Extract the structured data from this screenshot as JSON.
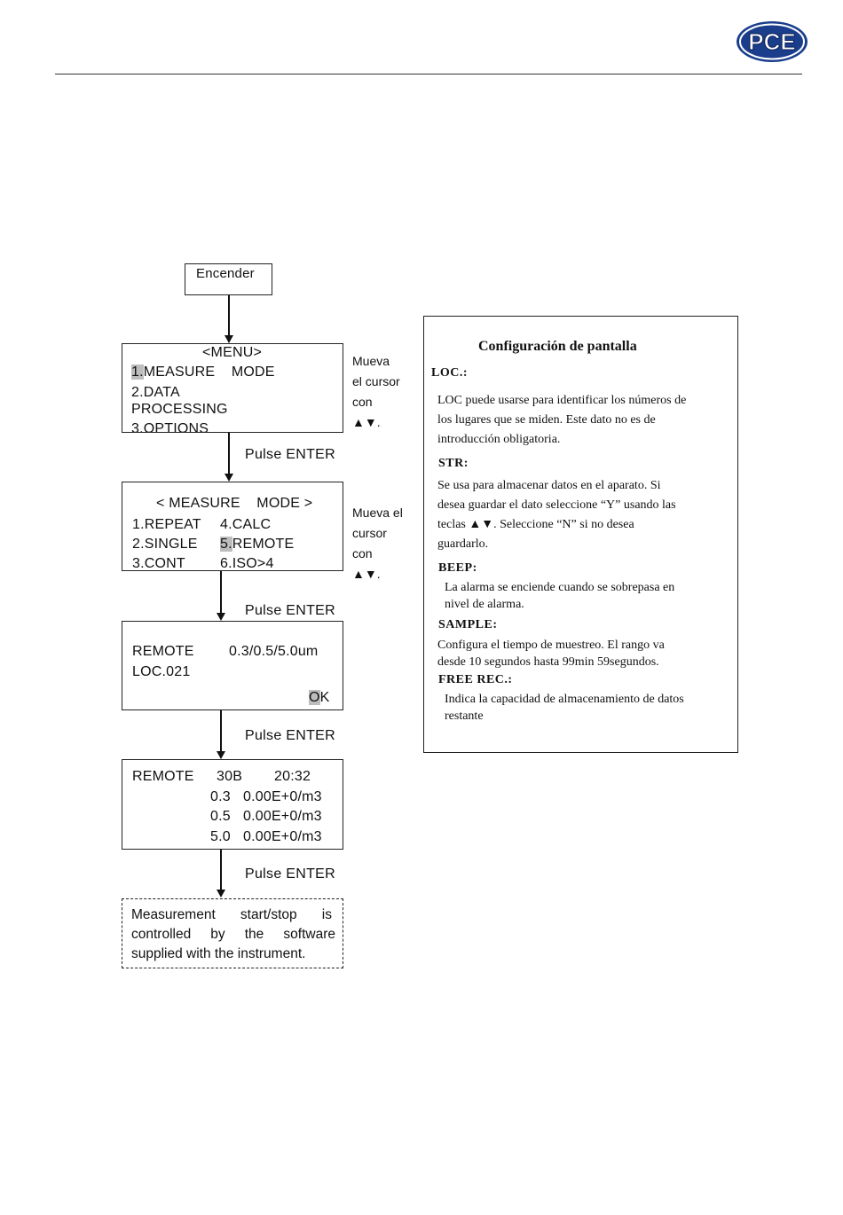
{
  "header": {
    "logo_text": "PCE"
  },
  "flow": {
    "start_label": "Encender",
    "menu": {
      "title": "<MENU>",
      "item1_num": "1.",
      "item1_text": "MEASURE    MODE",
      "item2a": "2.DATA",
      "item2b": "PROCESSING",
      "item3": "3.OPTIONS"
    },
    "hint1": [
      "Mueva",
      "el cursor",
      "con",
      "▲▼."
    ],
    "pulse_enter": "Pulse ENTER",
    "measure": {
      "title": "< MEASURE    MODE >",
      "r1c1": "1.REPEAT",
      "r1c2": "4.CALC",
      "r2c1": "2.SINGLE",
      "r2c2_num": "5.",
      "r2c2_text": "REMOTE",
      "r3c1": "3.CONT",
      "r3c2": "6.ISO>4"
    },
    "hint2": [
      "Mueva el",
      "cursor",
      "con",
      "▲▼."
    ],
    "remote": {
      "label": "REMOTE",
      "sizes": "0.3/0.5/5.0um",
      "loc": "LOC.021",
      "ok_o": "O",
      "ok_k": "K"
    },
    "reading": {
      "label": "REMOTE",
      "code": "30B",
      "time": "20:32",
      "rows": [
        {
          "size": "0.3",
          "value": "0.00E+0/m3"
        },
        {
          "size": "0.5",
          "value": "0.00E+0/m3"
        },
        {
          "size": "5.0",
          "value": "0.00E+0/m3"
        }
      ]
    },
    "note_line1": [
      "Measurement",
      "start/stop",
      "is"
    ],
    "note_line2": [
      "controlled",
      "by",
      "the",
      "software"
    ],
    "note_line3": "supplied with the instrument."
  },
  "config": {
    "title": "Configuración de pantalla",
    "loc_head": "LOC.:",
    "loc_lines": [
      "LOC puede usarse para identificar los números de",
      "los lugares que se miden. Este dato no es de",
      "introducción obligatoria."
    ],
    "str_head": "STR:",
    "str_lines": [
      "Se usa para almacenar datos en el aparato. Si",
      "desea guardar el dato seleccione “Y” usando las",
      "teclas  ▲▼. Seleccione “N” si no desea",
      "guardarlo."
    ],
    "beep_head": "BEEP:",
    "beep_lines": [
      "La alarma se enciende cuando se sobrepasa en",
      "nivel de alarma."
    ],
    "sample_head": "SAMPLE:",
    "sample_lines": [
      "Configura el tiempo de muestreo. El rango va",
      "desde 10 segundos  hasta 99min 59segundos."
    ],
    "free_head": "FREE REC.:",
    "free_lines": [
      "Indica la capacidad de almacenamiento de datos",
      "restante"
    ]
  }
}
